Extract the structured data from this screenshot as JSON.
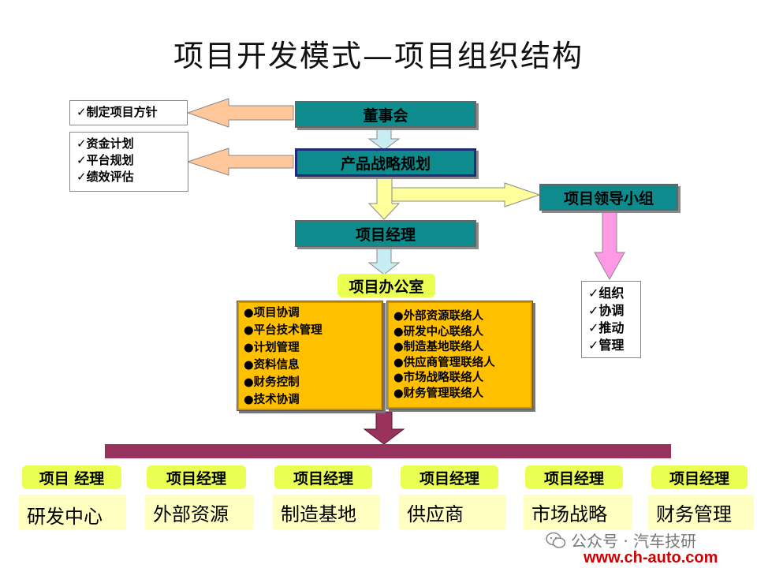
{
  "title": "项目开发模式—项目组织结构",
  "nodes": {
    "board": "董事会",
    "strategy": "产品战略规划",
    "leader_group": "项目领导小组",
    "project_manager": "项目经理",
    "project_office": "项目办公室"
  },
  "notes": {
    "policy": "✓制定项目方针",
    "planning": [
      "✓资金计划",
      "✓平台规划",
      "✓绩效评估"
    ],
    "leader_duties": [
      "✓组织",
      "✓协调",
      "✓推动",
      "✓管理"
    ]
  },
  "office_left": [
    "●项目协调",
    "●平台技术管理",
    "●计划管理",
    "●资料信息",
    "●财务控制",
    "●技术协调"
  ],
  "office_right": [
    "●外部资源联络人",
    "●研发中心联络人",
    "●制造基地联络人",
    "●供应商管理联络人",
    "●市场战略联络人",
    "●财务管理联络人"
  ],
  "departments": [
    {
      "pm": "项目 经理",
      "name": "研发中心"
    },
    {
      "pm": "项目经理",
      "name": "外部资源"
    },
    {
      "pm": "项目经理",
      "name": "制造基地"
    },
    {
      "pm": "项目经理",
      "name": "供应商"
    },
    {
      "pm": "项目经理",
      "name": "市场战略"
    },
    {
      "pm": "项目经理",
      "name": "财务管理"
    }
  ],
  "watermark": {
    "wechat": "公众号 · 汽车技研",
    "site": "www.ch-auto.com"
  },
  "colors": {
    "teal": "#0d8b8d",
    "yellow": "#eaff52",
    "office": "#ffc000",
    "bar": "#99335e",
    "dept": "#ffffc2"
  }
}
